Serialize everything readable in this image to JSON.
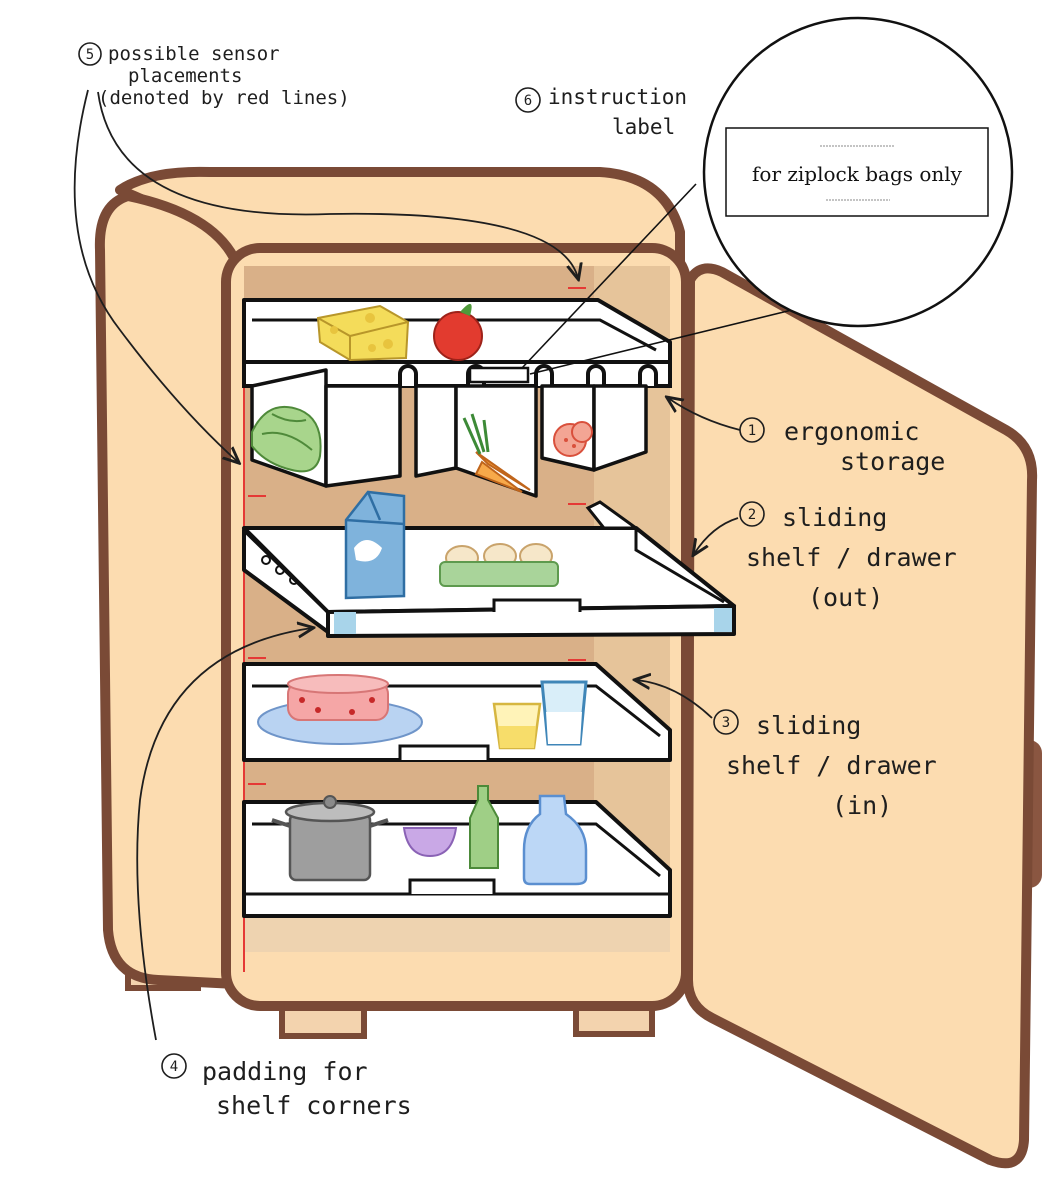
{
  "annotations": {
    "sensor": {
      "num": "5",
      "lines": [
        "possible sensor",
        "placements",
        "(denoted by red lines)"
      ]
    },
    "instruction": {
      "num": "6",
      "lines": [
        "instruction",
        "label"
      ]
    },
    "ergonomic": {
      "num": "1",
      "lines": [
        "ergonomic",
        "storage"
      ]
    },
    "sliding_out": {
      "num": "2",
      "lines": [
        "sliding",
        "shelf / drawer",
        "(out)"
      ]
    },
    "sliding_in": {
      "num": "3",
      "lines": [
        "sliding",
        "shelf / drawer",
        "(in)"
      ]
    },
    "padding": {
      "num": "4",
      "lines": [
        "padding for",
        "shelf corners"
      ]
    }
  },
  "label_card": {
    "text": "for ziplock bags only"
  },
  "colors": {
    "body": "#fcdcb0",
    "outline": "#7a4a36",
    "interior": "#dcb68c",
    "shelf": "#ffffff",
    "sensor": "#e53935"
  }
}
